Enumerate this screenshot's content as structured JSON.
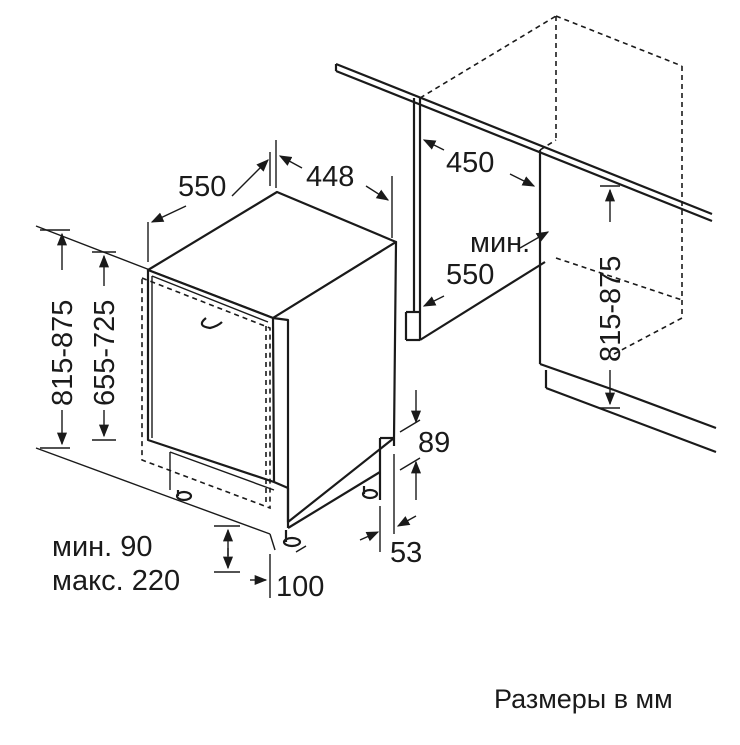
{
  "dimensions": {
    "depth": "550",
    "width": "448",
    "cabinet_depth": "450",
    "niche_min_label": "мин.",
    "niche_min_value": "550",
    "height_range_left": "815-875",
    "height_range_inner": "655-725",
    "height_range_right": "815-875",
    "toe_height": "89",
    "toe_depth": "53",
    "plinth_gap": "100",
    "plinth_min": "мин. 90",
    "plinth_max": "макс. 220"
  },
  "footer": {
    "units_note": "Размеры в мм"
  }
}
